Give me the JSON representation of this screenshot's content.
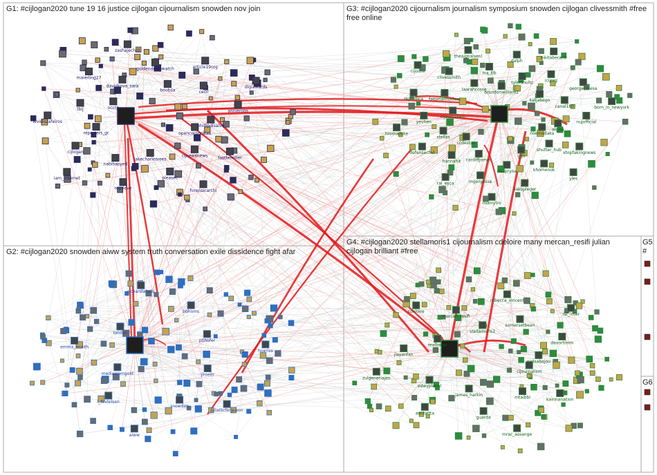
{
  "colors": {
    "edge_strong": "#e31a1c",
    "edge_faint": "#bdbdbd",
    "edge_pink": "#f4a3a3",
    "border": "#a9a9a9",
    "label_g1": "#1a1a6e",
    "label_g2": "#1f3fa0",
    "label_g3": "#0b5a17",
    "label_g4": "#0b5a17",
    "node_g1": "#2b2b5a",
    "node_g2": "#2e6fc0",
    "node_g3": "#2e8b3f",
    "node_g4": "#2e8b3f"
  },
  "groups": [
    {
      "id": "G1",
      "title": "G1: #cijlogan2020 tune 19 16 justice cijlogan cijournalism snowden nov join",
      "labels": [
        "opencorporates",
        "fasttemiller",
        "cijnewsnews",
        "forensicarchi",
        "pleasec",
        "jakecharlesrees",
        "reprieve",
        "nabihasyed",
        "iam_internet",
        "cijlogan",
        "reporters_gr",
        "levidiszafeiros",
        "tbij",
        "occrp",
        "maierling27",
        "davidkova_sara",
        "zashajechilli",
        "goldendewnwatch",
        "boubila",
        "article19org",
        "cecil",
        "digiawards",
        "annierobs",
        "phillipdisalvo"
      ]
    },
    {
      "id": "G3",
      "title": "G3: #cijlogan2020 cijournalism journalism symposium snowden cijlogan clivessmith #free free online",
      "labels": [
        "noemadaka",
        "xtopfakingnews",
        "shutter_hub",
        "yles",
        "khomenok",
        "gijn",
        "liakopleger",
        "chupryna",
        "mdmytro",
        "mgorgesse",
        "cardiffjomec",
        "ral_esca",
        "hannahit",
        "ccdeston",
        "defensechvl",
        "stellas",
        "hromadske",
        "yevhen",
        "cijournalism",
        "republica",
        "fattimaimadani",
        "cijoulle",
        "clivessmith",
        "laarahcosse",
        "theaignalsenl",
        "nuj_tlb",
        "bourdonwilliam2",
        "dalph",
        "tylershultz",
        "nikitaberardi",
        "icijorg",
        "katjabego",
        "georgechiesa",
        "canal180",
        "born_in_newyork",
        "nujofficial",
        "algisa"
      ]
    },
    {
      "id": "G2",
      "title": "G2: #cijlogan2020 snowden aiww system truth conversation exile dissidence fight afar",
      "labels": [
        "jlroem",
        "juliettcferguson",
        "snowden",
        "aiww",
        "l_findelsen",
        "mediaicomgold",
        "emma_anaith",
        "london",
        "richardlahuls",
        "bbhoms",
        "ptlhofer",
        "hueriss"
      ]
    },
    {
      "id": "G4",
      "title": "G4: #cijlogan2020 stellamoris1 cijournalism cdeloire many mercan_resifi julian cijlogan brilliant #free",
      "labels": [
        "cijournalism",
        "kairinanation",
        "mtaibbi",
        "mrac_assange",
        "guarda",
        "james_harkin",
        "annbetta",
        "edwyplenel",
        "zulgeneriajen",
        "jlayanfan",
        "realbanjo",
        "cdeloire",
        "mercan_resifi",
        "stellamoris1",
        "rebecca_vincent",
        "somersetbean",
        "rsf_inter",
        "davortimm",
        "eiolsabajou"
      ]
    },
    {
      "id": "G5",
      "title": "G5: #"
    },
    {
      "id": "G6",
      "title": "G6"
    }
  ]
}
